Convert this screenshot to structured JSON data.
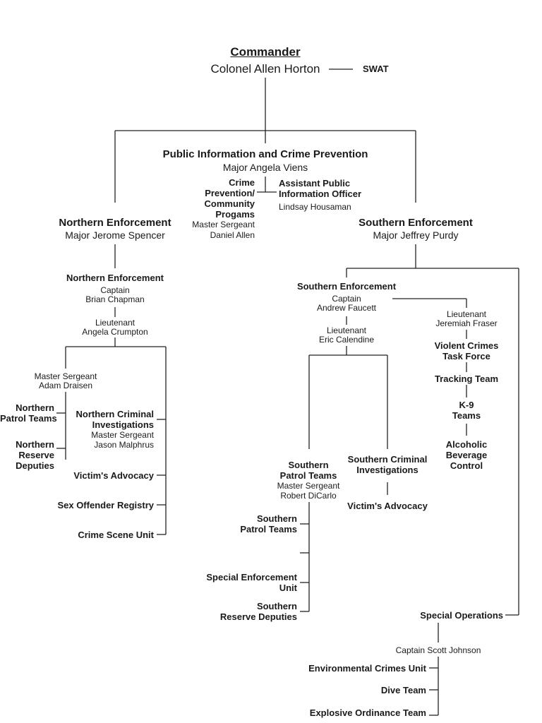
{
  "commander": {
    "title": "Commander",
    "name": "Colonel Allen Horton",
    "swat": "SWAT"
  },
  "public_info": {
    "title": "Public Information and Crime Prevention",
    "name": "Major Angela Viens",
    "crime_prev_lines": [
      "Crime",
      "Prevention/",
      "Community",
      "Progams"
    ],
    "crime_prev_rank": "Master Sergeant",
    "crime_prev_name": "Daniel Allen",
    "asst_lines": [
      "Assistant Public",
      "Information Officer"
    ],
    "asst_name": "Lindsay Housaman"
  },
  "northern": {
    "title": "Northern Enforcement",
    "name": "Major Jerome Spencer",
    "sub_title": "Northern Enforcement",
    "captain_rank": "Captain",
    "captain_name": "Brian Chapman",
    "lt_rank": "Lieutenant",
    "lt_name": "Angela Crumpton",
    "msgt_rank": "Master Sergeant",
    "msgt_name": "Adam Draisen",
    "patrol_lines": [
      "Northern",
      "Patrol Teams"
    ],
    "reserve_lines": [
      "Northern",
      "Reserve",
      "Deputies"
    ],
    "criminal_lines": [
      "Northern Criminal",
      "Investigations"
    ],
    "criminal_rank": "Master Sergeant",
    "criminal_name": "Jason Malphrus",
    "victims": "Victim's Advocacy",
    "sex_offender": "Sex Offender Registry",
    "crime_scene": "Crime Scene Unit"
  },
  "southern": {
    "title": "Southern Enforcement",
    "name": "Major Jeffrey Purdy",
    "sub_title": "Southern Enforcement",
    "captain_rank": "Captain",
    "captain_name": "Andrew Faucett",
    "lt_rank": "Lieutenant",
    "lt_name": "Eric Calendine",
    "lt2_rank": "Lieutenant",
    "lt2_name": "Jeremiah Fraser",
    "violent_lines": [
      "Violent Crimes",
      "Task Force"
    ],
    "tracking": "Tracking Team",
    "k9_lines": [
      "K-9",
      "Teams"
    ],
    "abc_lines": [
      "Alcoholic",
      "Beverage",
      "Control"
    ],
    "patrol_lines": [
      "Southern",
      "Patrol Teams"
    ],
    "patrol_rank": "Master Sergeant",
    "patrol_name": "Robert DiCarlo",
    "criminal_lines": [
      "Southern Criminal",
      "Investigations"
    ],
    "victims": "Victim's Advocacy",
    "patrol2_lines": [
      "Southern",
      "Patrol Teams"
    ],
    "special_enf_lines": [
      "Special Enforcement",
      "Unit"
    ],
    "reserve_lines": [
      "Southern",
      "Reserve Deputies"
    ]
  },
  "special_ops": {
    "title": "Special Operations",
    "captain": "Captain Scott Johnson",
    "env": "Environmental Crimes Unit",
    "dive": "Dive Team",
    "eod": "Explosive Ordinance Team"
  }
}
